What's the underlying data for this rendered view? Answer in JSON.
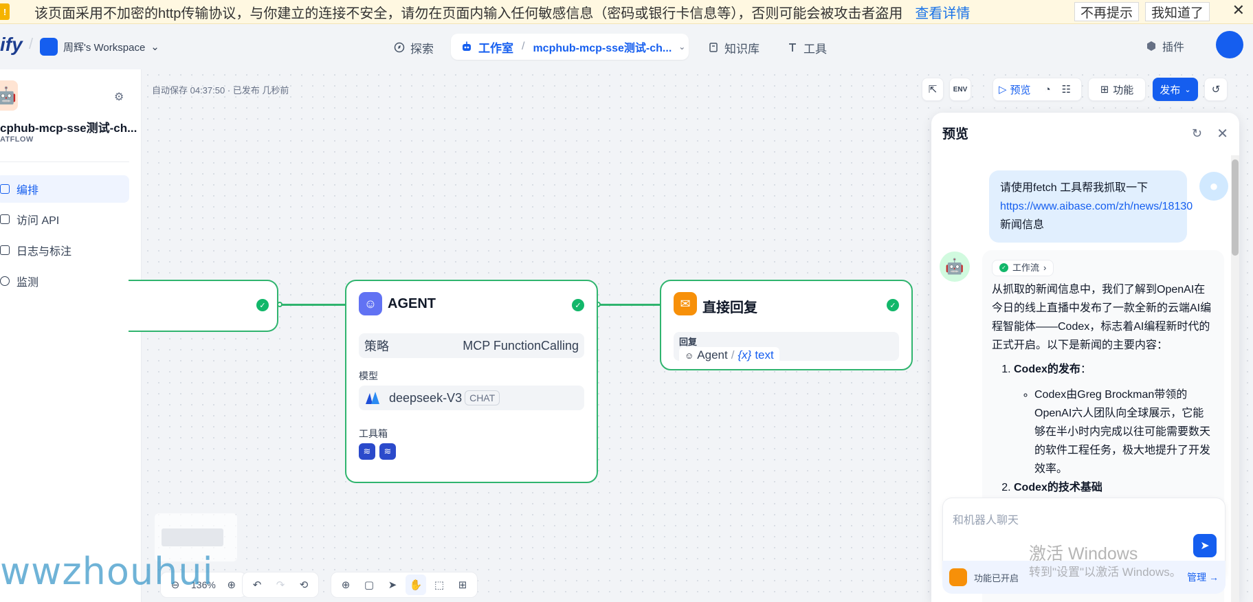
{
  "banner": {
    "icon": "warning-icon",
    "message": "该页面采用不加密的http传输协议，与你建立的连接不安全，请勿在页面内输入任何敏感信息（密码或银行卡信息等），否则可能会被攻击者盗用",
    "detail": "查看详情",
    "no_remind": "不再提示",
    "got_it": "我知道了",
    "close": "✕"
  },
  "header": {
    "logo": "ify",
    "workspace": "周辉's Workspace",
    "explore": "探索",
    "studio": "工作室",
    "app_name": "mcphub-mcp-sse测试-ch...",
    "knowledge": "知识库",
    "tools": "工具",
    "plugins": "插件"
  },
  "sidebar": {
    "app_name": "cphub-mcp-sse测试-ch...",
    "app_type": "ATFLOW",
    "items": [
      {
        "label": "编排",
        "active": true
      },
      {
        "label": "访问 API",
        "active": false
      },
      {
        "label": "日志与标注",
        "active": false
      },
      {
        "label": "监测",
        "active": false
      }
    ]
  },
  "canvas": {
    "autosave": "自动保存 04:37:50 · 已发布 几秒前",
    "agent_node": {
      "title": "AGENT",
      "strategy_label": "策略",
      "strategy_value": "MCP FunctionCalling",
      "model_label": "模型",
      "model_name": "deepseek-V3",
      "model_badge": "CHAT",
      "toolbox_label": "工具箱"
    },
    "reply_node": {
      "title": "直接回复",
      "reply_label": "回复",
      "var_source": "Agent",
      "var_sep": "/",
      "var_symbol": "{x}",
      "var_name": "text"
    }
  },
  "toolbar": {
    "env": "ENV",
    "preview": "预览",
    "features": "功能",
    "publish": "发布"
  },
  "bottom_toolbar": {
    "zoom": "136%"
  },
  "preview": {
    "title": "预览",
    "user_message_pre": "请使用fetch 工具帮我抓取一下",
    "user_message_link": "https://www.aibase.com/zh/news/18130",
    "user_message_post": "新闻信息",
    "workflow_chip": "工作流",
    "bot_intro": "从抓取的新闻信息中，我们了解到OpenAI在今日的线上直播中发布了一款全新的云端AI编程智能体——Codex，标志着AI编程新时代的正式开启。以下是新闻的主要内容：",
    "list_item1_title": "Codex的发布",
    "list_item1_colon": "：",
    "list_item1_bullet": "Codex由Greg Brockman带领的OpenAI六人团队向全球展示，它能够在半小时内完成以往可能需要数天的软件工程任务，极大地提升了开发效率。",
    "list_item2_title": "Codex的技术基础",
    "input_placeholder": "和机器人聊天",
    "features_enabled": "功能已开启",
    "manage": "管理 →"
  },
  "watermark": {
    "name": "wwzhouhui",
    "activate1": "激活 Windows",
    "activate2": "转到\"设置\"以激活 Windows。"
  },
  "colors": {
    "accent": "#155eef",
    "success": "#2fb46e",
    "banner_bg": "#fff8e1"
  }
}
